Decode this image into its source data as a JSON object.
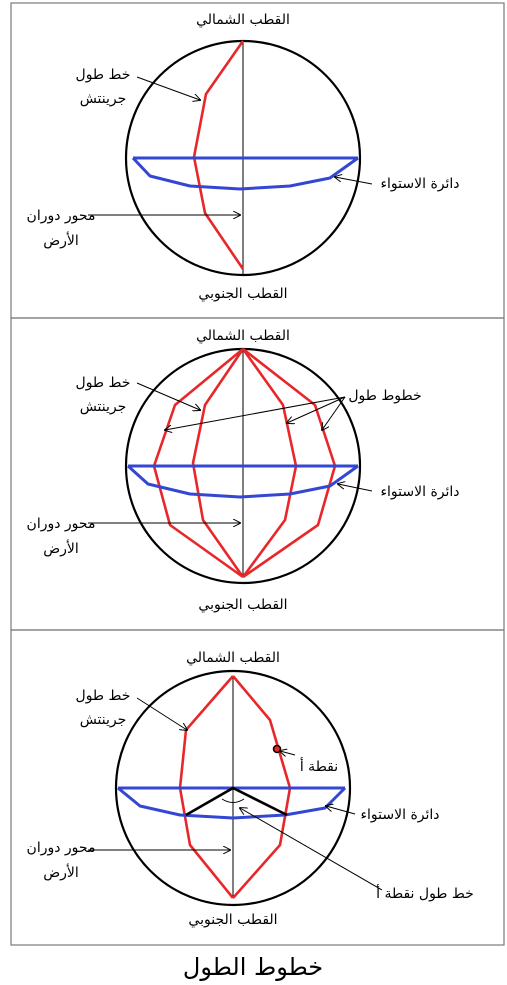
{
  "panels": [
    {
      "north_pole": "القطب الشمالي",
      "greenwich": [
        "خط طول",
        "جرينتش"
      ],
      "equator": "دائرة الاستواء",
      "axis": [
        "محور دوران",
        "الأرض"
      ],
      "south_pole": "القطب الجنوبي"
    },
    {
      "north_pole": "القطب الشمالي",
      "greenwich": [
        "خط طول",
        "جرينتش"
      ],
      "meridians": "خطوط طول",
      "equator": "دائرة الاستواء",
      "axis": [
        "محور دوران",
        "الأرض"
      ],
      "south_pole": "القطب الجنوبي"
    },
    {
      "north_pole": "القطب الشمالي",
      "greenwich": [
        "خط طول",
        "جرينتش"
      ],
      "point": "نقطة أ",
      "equator": "دائرة الاستواء",
      "axis": [
        "محور دوران",
        "الأرض"
      ],
      "point_meridian": "خط طول نقطة أ",
      "south_pole": "القطب الجنوبي"
    }
  ],
  "caption": "خطوط الطول",
  "colors": {
    "meridian": "#e8272a",
    "equator": "#3347d4",
    "outline": "#000000",
    "frame": "#7a7a7a"
  }
}
